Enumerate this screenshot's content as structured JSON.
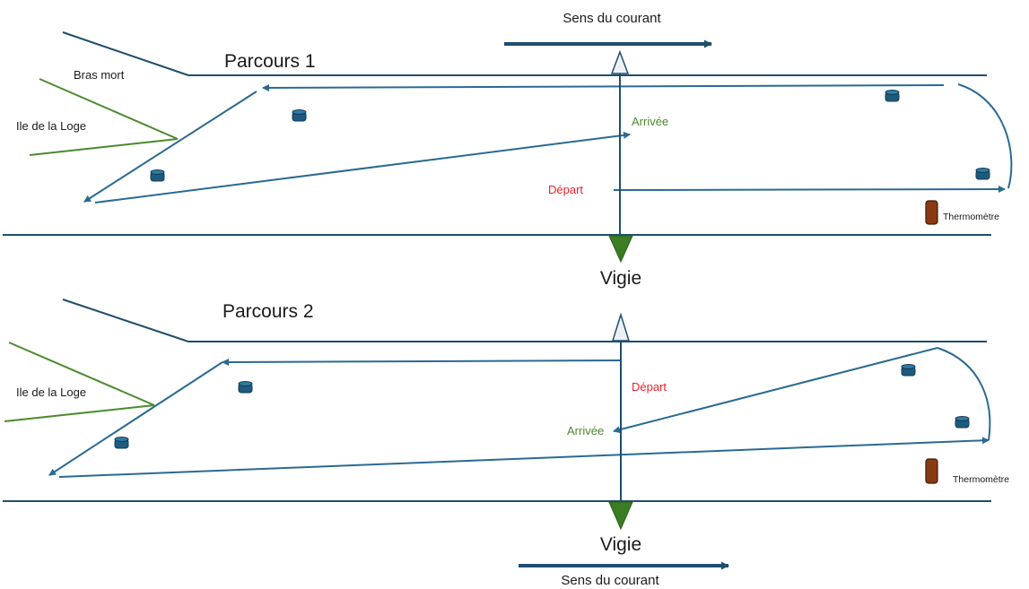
{
  "colors": {
    "bank": "#1f4e6e",
    "route": "#2a6a92",
    "island": "#4a8a2c",
    "depart": "#e8232a",
    "arrivee": "#4a8a2c",
    "buoy": "#1d5a7e",
    "thermometer": "#8a3a12",
    "vigie_marker": "#3b7d22"
  },
  "current_label": "Sens du courant",
  "vigie_label": "Vigie",
  "course1": {
    "title": "Parcours 1",
    "dead_arm": "Bras mort",
    "island": "Ile de la Loge",
    "depart": "Départ",
    "arrivee": "Arrivée",
    "thermometer": "Thermomètre"
  },
  "course2": {
    "title": "Parcours 2",
    "island": "Ile de la Loge",
    "depart": "Départ",
    "arrivee": "Arrivée",
    "thermometer": "Thermomètre"
  }
}
